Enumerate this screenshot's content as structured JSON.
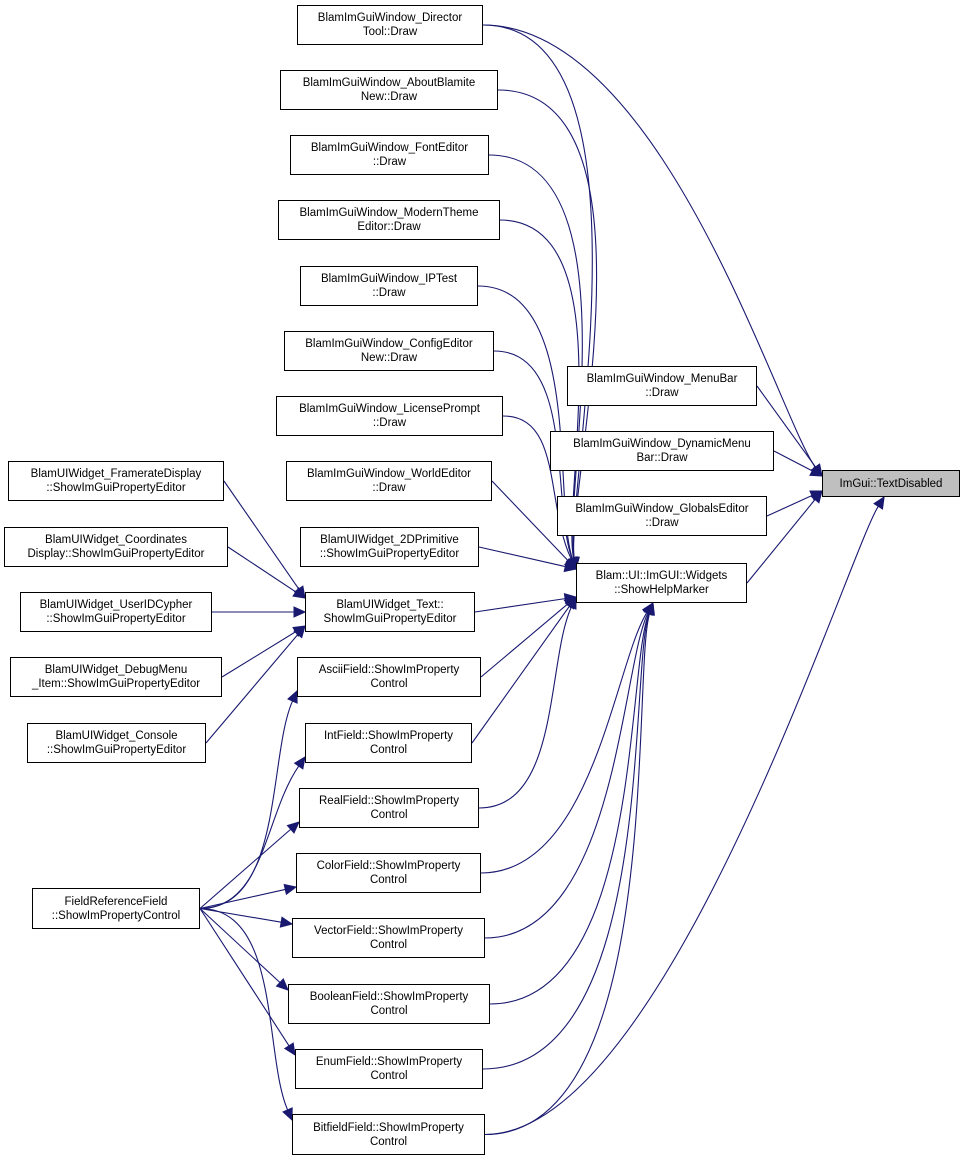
{
  "colors": {
    "edge": "#191970",
    "node_border": "#000000",
    "node_fill": "#ffffff",
    "highlight_fill": "#bfbfbf"
  },
  "nodes": {
    "text_disabled": {
      "lines": [
        "ImGui::TextDisabled"
      ],
      "highlight": true
    },
    "show_help_marker": {
      "lines": [
        "Blam::UI::ImGUI::Widgets",
        "::ShowHelpMarker"
      ]
    },
    "director_tool": {
      "lines": [
        "BlamImGuiWindow_Director",
        "Tool::Draw"
      ]
    },
    "about_blamite": {
      "lines": [
        "BlamImGuiWindow_AboutBlamite",
        "New::Draw"
      ]
    },
    "font_editor": {
      "lines": [
        "BlamImGuiWindow_FontEditor",
        "::Draw"
      ]
    },
    "modern_theme": {
      "lines": [
        "BlamImGuiWindow_ModernTheme",
        "Editor::Draw"
      ]
    },
    "ip_test": {
      "lines": [
        "BlamImGuiWindow_IPTest",
        "::Draw"
      ]
    },
    "config_editor": {
      "lines": [
        "BlamImGuiWindow_ConfigEditor",
        "New::Draw"
      ]
    },
    "license_prompt": {
      "lines": [
        "BlamImGuiWindow_LicensePrompt",
        "::Draw"
      ]
    },
    "world_editor": {
      "lines": [
        "BlamImGuiWindow_WorldEditor",
        "::Draw"
      ]
    },
    "menu_bar": {
      "lines": [
        "BlamImGuiWindow_MenuBar",
        "::Draw"
      ]
    },
    "dynamic_menu_bar": {
      "lines": [
        "BlamImGuiWindow_DynamicMenu",
        "Bar::Draw"
      ]
    },
    "globals_editor": {
      "lines": [
        "BlamImGuiWindow_GlobalsEditor",
        "::Draw"
      ]
    },
    "primitive_2d": {
      "lines": [
        "BlamUIWidget_2DPrimitive",
        "::ShowImGuiPropertyEditor"
      ]
    },
    "text_widget": {
      "lines": [
        "BlamUIWidget_Text::",
        "ShowImGuiPropertyEditor"
      ]
    },
    "framerate_display": {
      "lines": [
        "BlamUIWidget_FramerateDisplay",
        "::ShowImGuiPropertyEditor"
      ]
    },
    "coordinates": {
      "lines": [
        "BlamUIWidget_Coordinates",
        "Display::ShowImGuiPropertyEditor"
      ]
    },
    "userid_cypher": {
      "lines": [
        "BlamUIWidget_UserIDCypher",
        "::ShowImGuiPropertyEditor"
      ]
    },
    "debug_menu_item": {
      "lines": [
        "BlamUIWidget_DebugMenu",
        "_Item::ShowImGuiPropertyEditor"
      ]
    },
    "console": {
      "lines": [
        "BlamUIWidget_Console",
        "::ShowImGuiPropertyEditor"
      ]
    },
    "ascii_field": {
      "lines": [
        "AsciiField::ShowImProperty",
        "Control"
      ]
    },
    "int_field": {
      "lines": [
        "IntField::ShowImProperty",
        "Control"
      ]
    },
    "real_field": {
      "lines": [
        "RealField::ShowImProperty",
        "Control"
      ]
    },
    "color_field": {
      "lines": [
        "ColorField::ShowImProperty",
        "Control"
      ]
    },
    "vector_field": {
      "lines": [
        "VectorField::ShowImProperty",
        "Control"
      ]
    },
    "boolean_field": {
      "lines": [
        "BooleanField::ShowImProperty",
        "Control"
      ]
    },
    "enum_field": {
      "lines": [
        "EnumField::ShowImProperty",
        "Control"
      ]
    },
    "bitfield_field": {
      "lines": [
        "BitfieldField::ShowImProperty",
        "Control"
      ]
    },
    "field_reference": {
      "lines": [
        "FieldReferenceField",
        "::ShowImPropertyControl"
      ]
    }
  },
  "edges": [
    {
      "from": "director_tool",
      "to": "text_disabled"
    },
    {
      "from": "menu_bar",
      "to": "text_disabled"
    },
    {
      "from": "dynamic_menu_bar",
      "to": "text_disabled"
    },
    {
      "from": "globals_editor",
      "to": "text_disabled"
    },
    {
      "from": "show_help_marker",
      "to": "text_disabled"
    },
    {
      "from": "bitfield_field",
      "to": "text_disabled"
    },
    {
      "from": "director_tool",
      "to": "show_help_marker"
    },
    {
      "from": "about_blamite",
      "to": "show_help_marker"
    },
    {
      "from": "font_editor",
      "to": "show_help_marker"
    },
    {
      "from": "modern_theme",
      "to": "show_help_marker"
    },
    {
      "from": "ip_test",
      "to": "show_help_marker"
    },
    {
      "from": "config_editor",
      "to": "show_help_marker"
    },
    {
      "from": "license_prompt",
      "to": "show_help_marker"
    },
    {
      "from": "world_editor",
      "to": "show_help_marker"
    },
    {
      "from": "primitive_2d",
      "to": "show_help_marker"
    },
    {
      "from": "text_widget",
      "to": "show_help_marker"
    },
    {
      "from": "ascii_field",
      "to": "show_help_marker"
    },
    {
      "from": "int_field",
      "to": "show_help_marker"
    },
    {
      "from": "real_field",
      "to": "show_help_marker"
    },
    {
      "from": "color_field",
      "to": "show_help_marker"
    },
    {
      "from": "vector_field",
      "to": "show_help_marker"
    },
    {
      "from": "boolean_field",
      "to": "show_help_marker"
    },
    {
      "from": "enum_field",
      "to": "show_help_marker"
    },
    {
      "from": "bitfield_field",
      "to": "show_help_marker"
    },
    {
      "from": "framerate_display",
      "to": "text_widget"
    },
    {
      "from": "coordinates",
      "to": "text_widget"
    },
    {
      "from": "userid_cypher",
      "to": "text_widget"
    },
    {
      "from": "debug_menu_item",
      "to": "text_widget"
    },
    {
      "from": "console",
      "to": "text_widget"
    },
    {
      "from": "field_reference",
      "to": "ascii_field"
    },
    {
      "from": "field_reference",
      "to": "int_field"
    },
    {
      "from": "field_reference",
      "to": "real_field"
    },
    {
      "from": "field_reference",
      "to": "color_field"
    },
    {
      "from": "field_reference",
      "to": "vector_field"
    },
    {
      "from": "field_reference",
      "to": "boolean_field"
    },
    {
      "from": "field_reference",
      "to": "enum_field"
    },
    {
      "from": "field_reference",
      "to": "bitfield_field"
    }
  ]
}
